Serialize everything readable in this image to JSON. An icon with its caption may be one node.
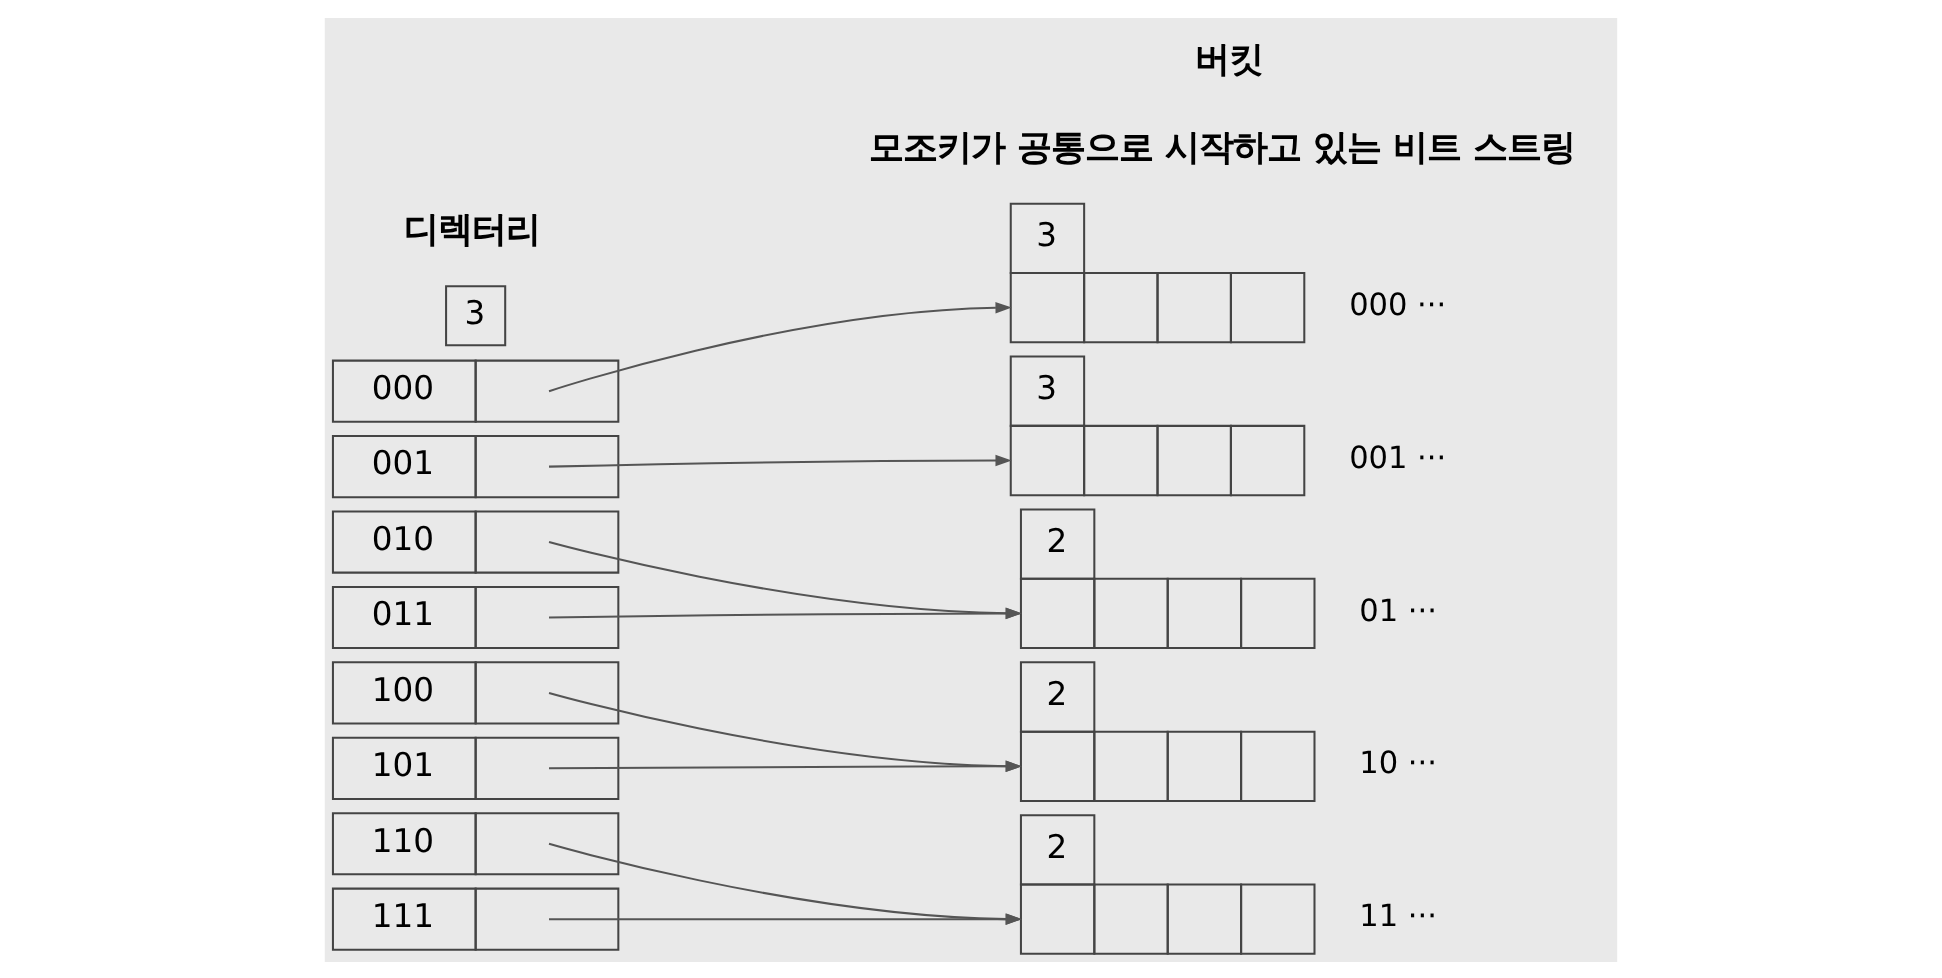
{
  "diagram": {
    "nodes": [
      {
        "text": [
          "3"
        ]
      },
      {
        "text": [
          "000"
        ]
      },
      {
        "text": [
          "001"
        ]
      },
      {
        "text": [
          "010"
        ]
      },
      {
        "text": [
          "011"
        ]
      },
      {
        "text": [
          "100"
        ]
      },
      {
        "text": [
          "101"
        ]
      },
      {
        "text": [
          "110"
        ]
      },
      {
        "text": [
          "111"
        ]
      },
      {
        "text": [
          "3"
        ],
        "beside": [
          "000 ···"
        ]
      },
      {
        "text": [
          "3"
        ],
        "beside": [
          "001 ···"
        ]
      },
      {
        "text": [
          "2"
        ],
        "beside": [
          "01 ···"
        ]
      },
      {
        "text": [
          "2"
        ],
        "beside": [
          "10 ···"
        ]
      },
      {
        "text": [
          "2"
        ],
        "beside": [
          "11 ···"
        ]
      }
    ],
    "edges": [
      {
        "from": 1,
        "to": 9,
        "arrow": "to"
      },
      {
        "from": 2,
        "to": 10,
        "arrow": "to"
      },
      {
        "from": 3,
        "to": 11,
        "arrow": "to"
      },
      {
        "from": 4,
        "to": 11,
        "arrow": "to"
      },
      {
        "from": 5,
        "to": 12,
        "arrow": "to"
      },
      {
        "from": 6,
        "to": 12,
        "arrow": "to"
      },
      {
        "from": 7,
        "to": 13,
        "arrow": "to"
      },
      {
        "from": 8,
        "to": 13,
        "arrow": "to"
      }
    ],
    "labels": [
      "디렉터리",
      "버킷",
      "모조키가 공통으로 시작하고 있는 비트 스트링"
    ]
  }
}
